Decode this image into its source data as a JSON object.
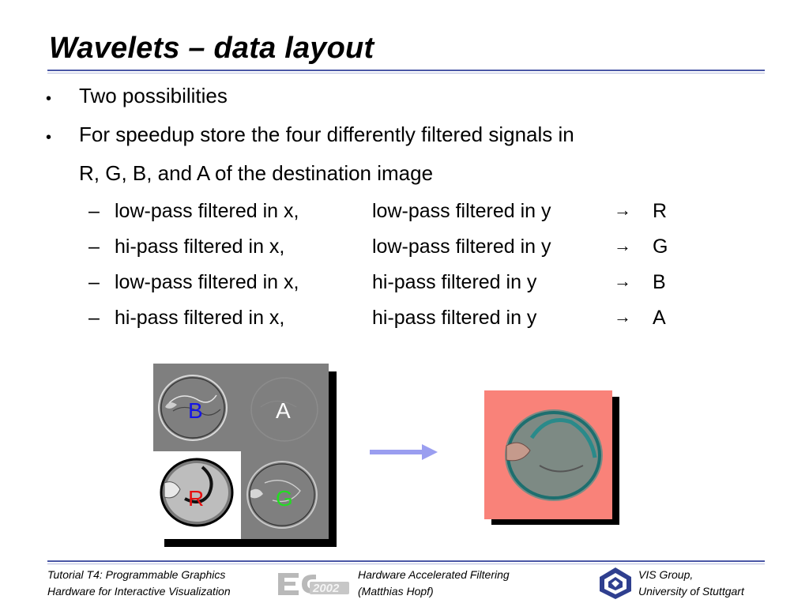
{
  "slide": {
    "title": "Wavelets – data layout",
    "bullets": [
      {
        "marker": "•",
        "text": "Two possibilities"
      },
      {
        "marker": "•",
        "text": "For speedup store the four differently filtered signals in"
      },
      {
        "marker": "",
        "text": "R, G, B, and A of the destination image"
      }
    ],
    "sub_bullets": [
      {
        "marker": "–",
        "x_filter": "low-pass filtered in x,",
        "y_filter": "low-pass filtered in y",
        "arrow": "→",
        "channel": "R"
      },
      {
        "marker": "–",
        "x_filter": "hi-pass filtered in x,",
        "y_filter": "low-pass filtered in y",
        "arrow": "→",
        "channel": "G"
      },
      {
        "marker": "–",
        "x_filter": "low-pass filtered in x,",
        "y_filter": "hi-pass filtered in y",
        "arrow": "→",
        "channel": "B"
      },
      {
        "marker": "–",
        "x_filter": "hi-pass filtered in x,",
        "y_filter": "hi-pass filtered in y",
        "arrow": "→",
        "channel": "A"
      }
    ]
  },
  "figure": {
    "quadrant_labels": {
      "top_left": "B",
      "top_right": "A",
      "bottom_left": "R",
      "bottom_right": "G"
    },
    "label_colors": {
      "B": "#1515e6",
      "A": "#ffffff",
      "R": "#e61010",
      "G": "#22dd22"
    },
    "arrow_color": "#9a9ef0",
    "result_color": "#f98279"
  },
  "footer": {
    "left_line1": "Tutorial T4: Programmable Graphics",
    "left_line2": "Hardware for Interactive Visualization",
    "logo_text": "2002",
    "mid_line1": "Hardware Accelerated Filtering",
    "mid_line2": "(Matthias Hopf)",
    "right_line1": "VIS Group,",
    "right_line2": "University of Stuttgart"
  }
}
